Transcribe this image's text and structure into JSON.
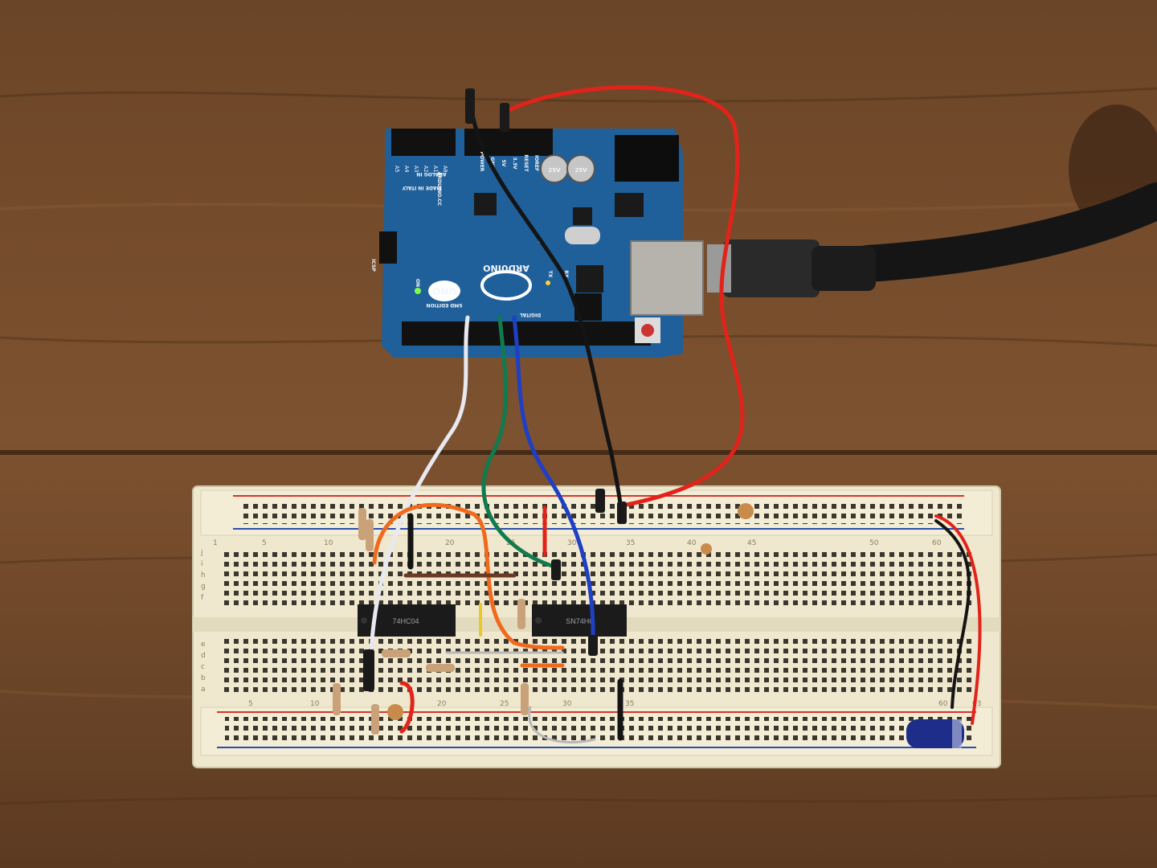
{
  "board": {
    "brand": "ARDUINO",
    "model": "UNO",
    "edition": "SMD EDITION",
    "site": "ARDUINO.CC",
    "made_in": "MADE IN ITALY",
    "label_on": "ON",
    "label_icsp": "ICSP",
    "label_analog_in": "ANALOG IN",
    "label_power": "POWER",
    "label_digital": "DIGITAL",
    "label_tx": "TX",
    "label_rx": "RX",
    "label_reset": "RESET",
    "label_ioref": "IOREF",
    "label_3v3": "3.3V",
    "label_5v": "5V",
    "label_gnd": "GND",
    "label_l": "L",
    "analog_pins": [
      "A0",
      "A1",
      "A2",
      "A3",
      "A4",
      "A5"
    ],
    "capacitor_label": "25V",
    "color": "#1f5f9a"
  },
  "breadboard": {
    "top_numbers": [
      "1",
      "5",
      "10",
      "20",
      "25",
      "30",
      "35",
      "40",
      "45",
      "50",
      "60"
    ],
    "bottom_numbers": [
      "5",
      "10",
      "20",
      "25",
      "30",
      "35",
      "60",
      "63"
    ],
    "row_letters_top": [
      "j",
      "i",
      "h",
      "g",
      "f"
    ],
    "row_letters_bottom": [
      "e",
      "d",
      "c",
      "b",
      "a"
    ],
    "color": "#efe8cf"
  },
  "chips": [
    {
      "label": "74HC04"
    },
    {
      "label": "SN74HC"
    }
  ],
  "colors": {
    "wood": "#7a4f2e",
    "wire_red": "#e2231a",
    "wire_black": "#141414",
    "wire_white": "#e8e8f0",
    "wire_green": "#117a4e",
    "wire_blue": "#1f3fc4",
    "wire_orange": "#f06a1e",
    "rail_red": "#d8322b",
    "rail_blue": "#2a4fb0"
  }
}
